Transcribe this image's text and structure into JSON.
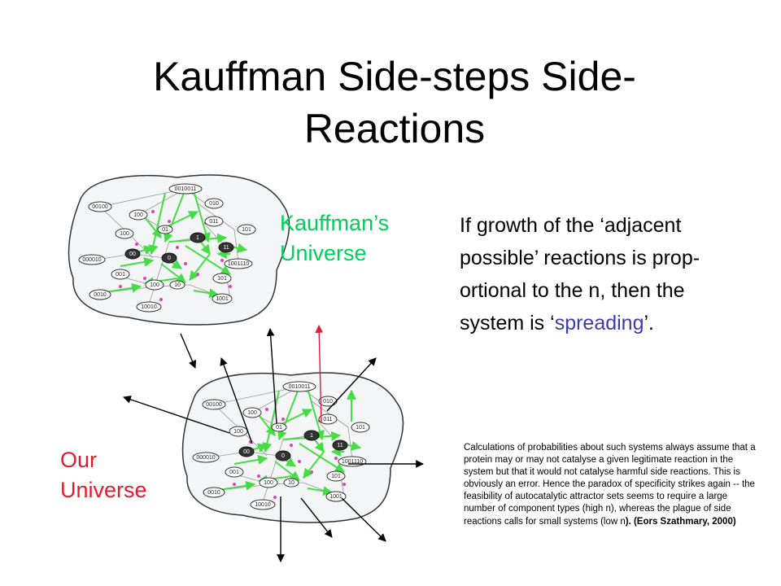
{
  "title_line1": "Kauffman Side-steps Side-",
  "title_line2": "Reactions",
  "kauffman_label_line1": "Kauffman’s",
  "kauffman_label_line2": "Universe",
  "our_label_line1": "Our",
  "our_label_line2": "Universe",
  "main_text": {
    "line1": "If growth of the ‘adjacent",
    "line2": "possible’ reactions is prop-",
    "line3": "ortional to the n, then the",
    "line4_prefix": "system is ‘",
    "line4_highlight": "spreading",
    "line4_suffix": "’."
  },
  "note": {
    "body": "Calculations of probabilities about such systems always assume that a protein may or may not catalyse a given legitimate reaction in the system but that it would not catalyse harmful side reactions. This is obviously an error. Hence the paradox of specificity strikes again -- the feasibility of autocatalytic attractor sets seems to require a large number of component types (high n), whereas the plague of side reactions calls for small systems (low n",
    "citation": "). (Eors Szathmary, 2000)"
  },
  "diagram_nodes": {
    "n1": "0010011",
    "n2": "010",
    "n3": "00100",
    "n4": "100",
    "n5": "011",
    "n6": "01",
    "n7": "101",
    "n8": "1",
    "n9": "11",
    "n10": "100",
    "n11": "00",
    "n12": "0",
    "n13": "000010",
    "n14": "1001110",
    "n15": "001",
    "n16": "101",
    "n17": "100",
    "n18": "10",
    "n19": "0010",
    "n20": "1001",
    "n21": "10010"
  },
  "colors": {
    "kauffman_label": "#00d05a",
    "our_label": "#e8192c",
    "spreading": "#3c3ca8",
    "reaction_arrow": "#44dd44",
    "side_arrow_red": "#d8203c"
  }
}
